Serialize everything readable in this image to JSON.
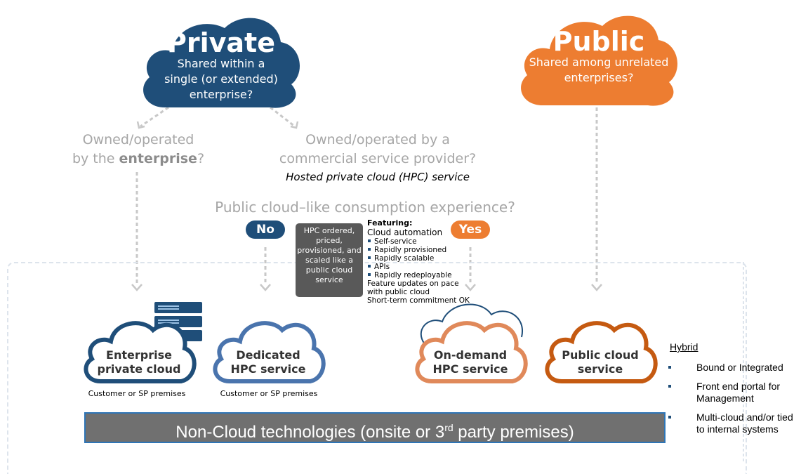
{
  "private": {
    "title": "Private",
    "subtitle": "Shared within a single (or extended) enterprise?"
  },
  "public": {
    "title": "Public",
    "subtitle": "Shared among unrelated enterprises?"
  },
  "owned_enterprise": {
    "line1": "Owned/operated",
    "line2_prefix": "by the ",
    "line2_bold": "enterprise",
    "line2_suffix": "?"
  },
  "owned_provider": {
    "line1": "Owned/operated by a",
    "line2": "commercial service provider?",
    "line3": "Hosted private cloud (HPC) service"
  },
  "question": "Public cloud–like consumption experience?",
  "no_label": "No",
  "yes_label": "Yes",
  "hpc_box": "HPC ordered, priced, provisioned, and scaled like a public cloud service",
  "featuring": {
    "title": "Featuring:",
    "subtitle": "Cloud automation",
    "items": [
      "Self-service",
      "Rapidly provisioned",
      "Rapidly scalable",
      "APIs",
      "Rapidly redeployable"
    ],
    "footer1": "Feature updates on pace",
    "footer2": "with public cloud",
    "footer3": "Short-term commitment OK"
  },
  "clouds": [
    {
      "line1": "Enterprise",
      "line2": "private cloud",
      "premises": "Customer or SP premises"
    },
    {
      "line1": "Dedicated",
      "line2": "HPC service",
      "premises": "Customer or SP premises"
    },
    {
      "line1": "On-demand",
      "line2": "HPC service"
    },
    {
      "line1": "Public cloud",
      "line2": "service"
    }
  ],
  "hybrid": {
    "title": "Hybrid",
    "items": [
      "Bound or Integrated",
      "Front end portal for Management",
      "Multi-cloud and/or tied to internal systems"
    ]
  },
  "noncloud": {
    "text_before": "Non-Cloud technologies (onsite or 3",
    "sup": "rd",
    "text_after": " party premises)"
  },
  "colors": {
    "private": "#1f4e79",
    "public": "#ed7d31",
    "gray_text": "#a6a6a6",
    "box": "#595959",
    "noncloud_bg": "#707070"
  }
}
